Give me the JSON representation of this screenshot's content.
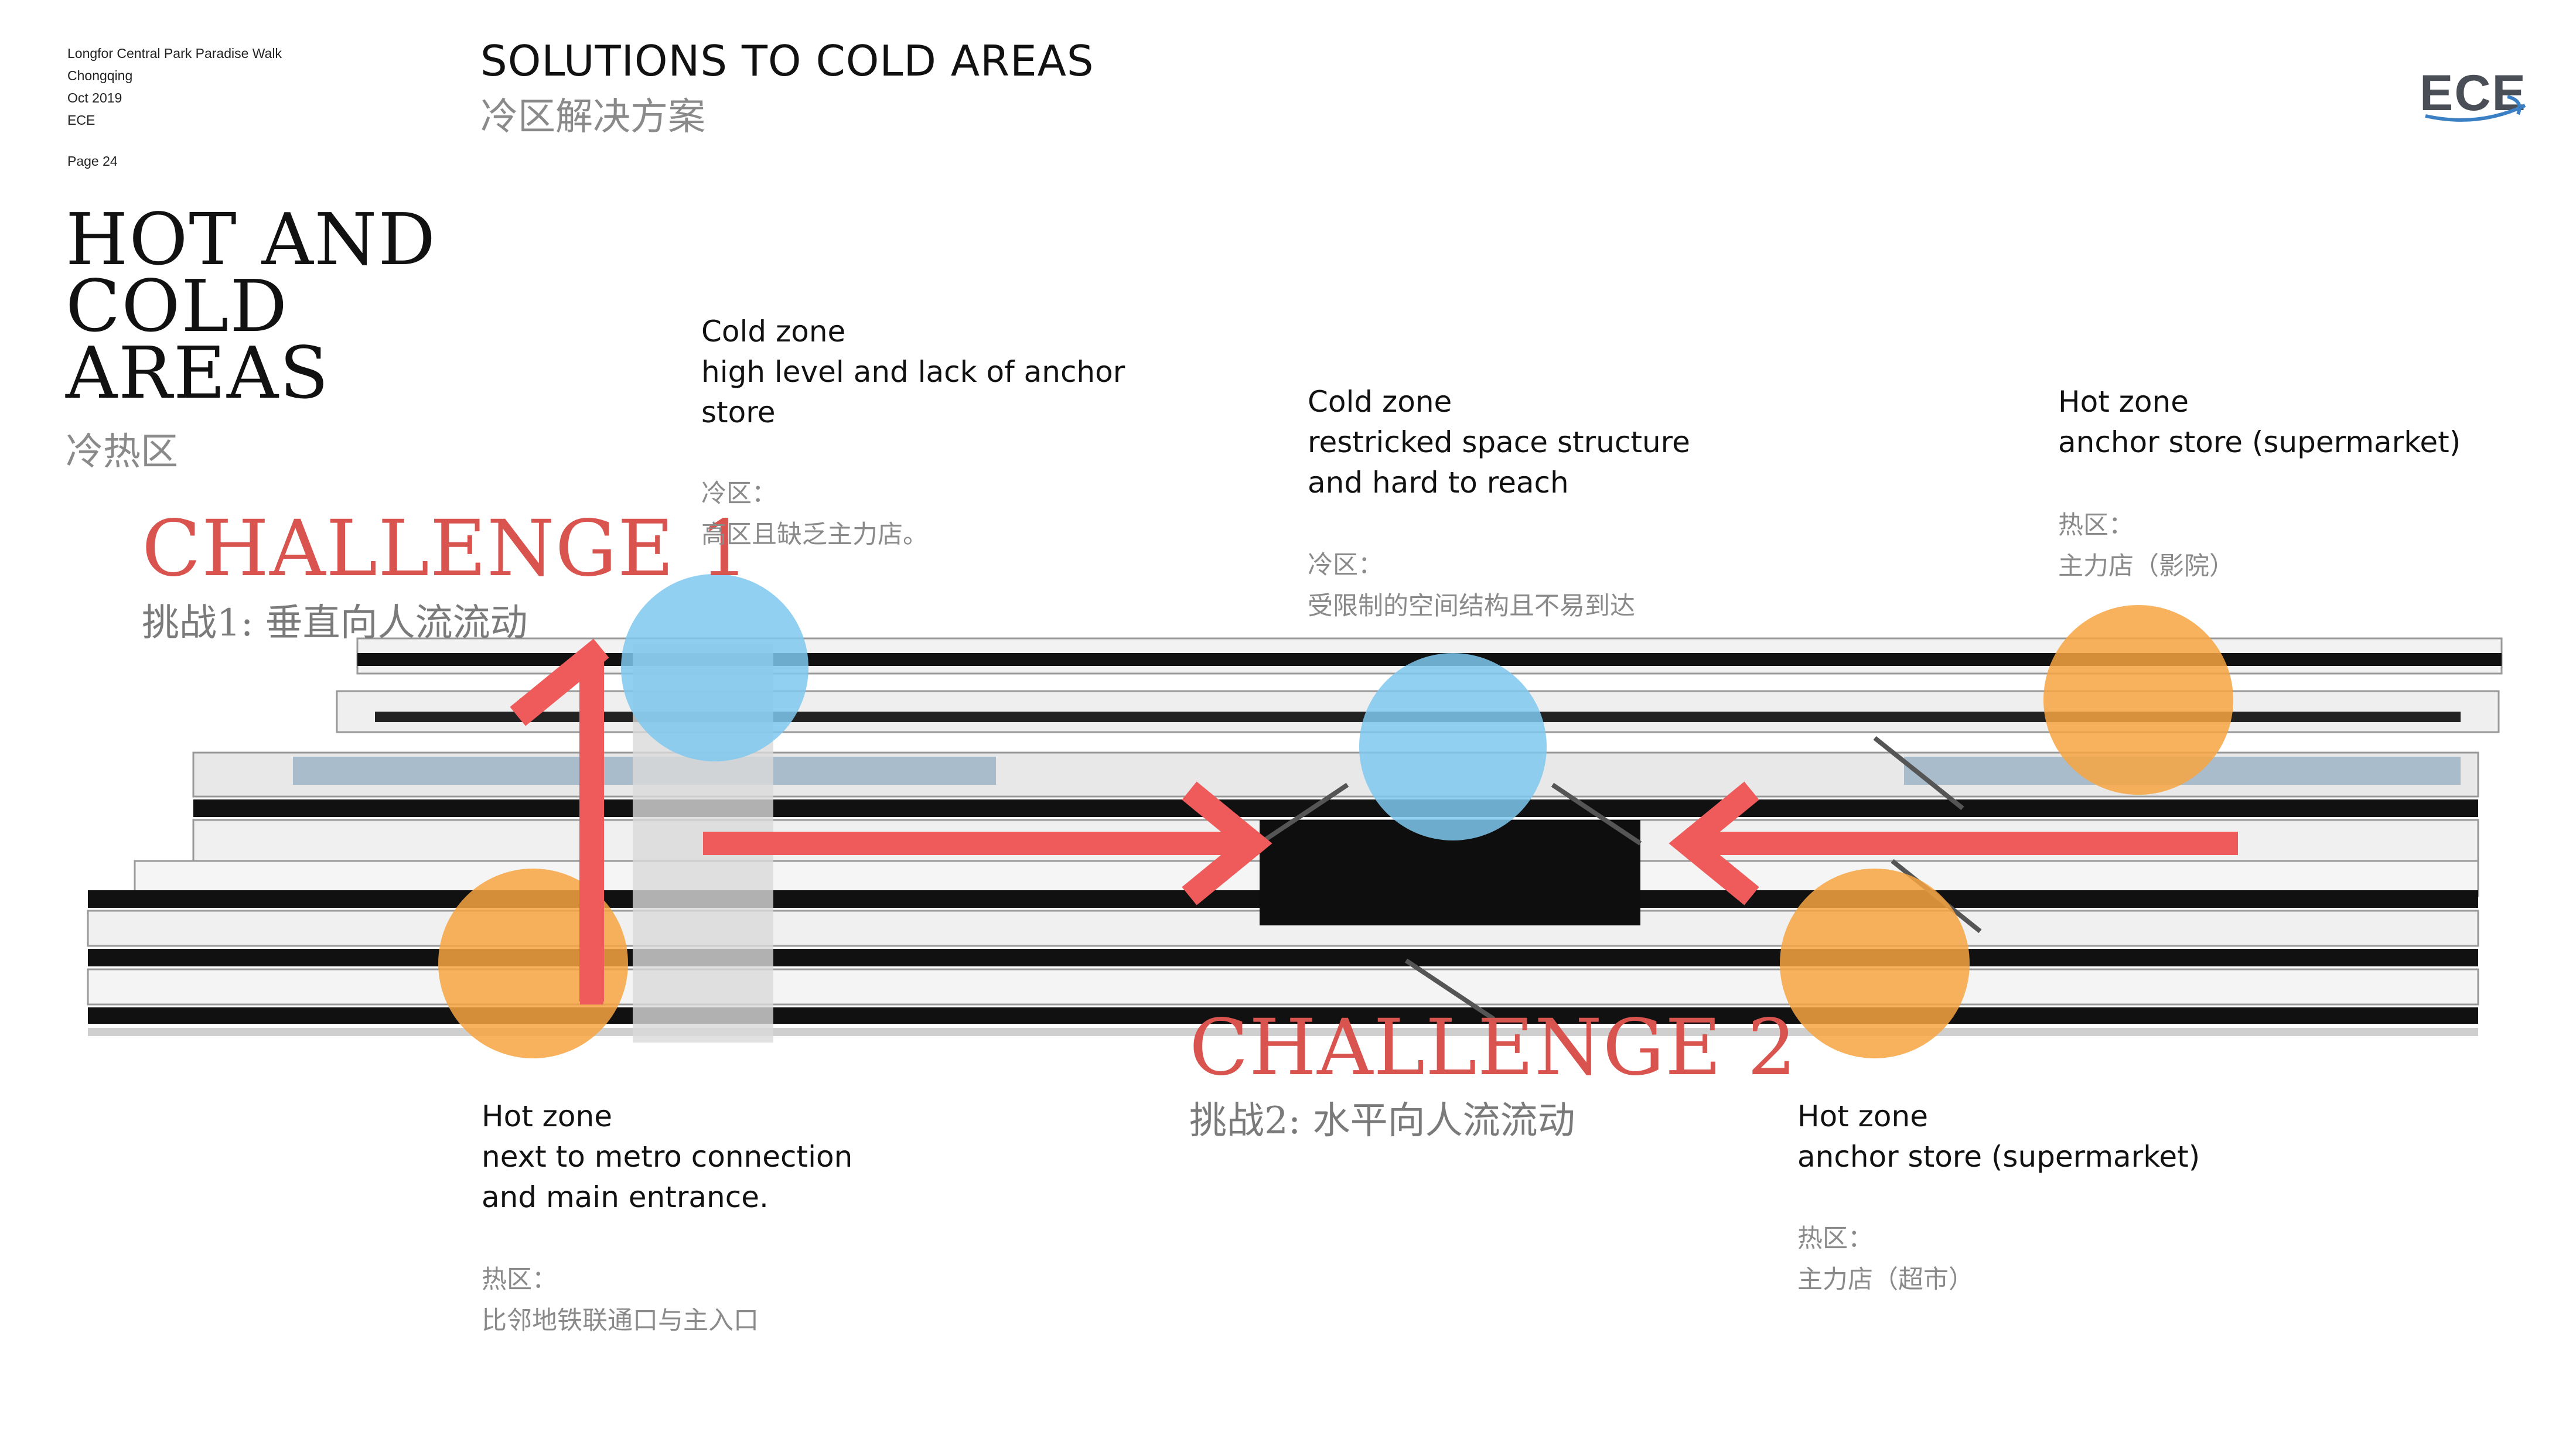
{
  "meta": {
    "project": "Longfor Central Park Paradise Walk",
    "city": "Chongqing",
    "date": "Oct 2019",
    "company": "ECE",
    "page": "Page 24"
  },
  "header": {
    "title_en": "SOLUTIONS TO COLD AREAS",
    "title_cn": "冷区解决方案",
    "logo": "ECE"
  },
  "section": {
    "title_lines": [
      "HOT AND",
      "COLD",
      "AREAS"
    ],
    "title_cn": "冷热区"
  },
  "challenges": [
    {
      "title": "CHALLENGE 1",
      "subtitle": "挑战1: 垂直向人流流动",
      "arrow_label": "1"
    },
    {
      "title": "CHALLENGE 2",
      "subtitle": "挑战2: 水平向人流流动"
    }
  ],
  "zones": [
    {
      "id": "cold-top-left",
      "lines": [
        "Cold zone",
        "high level and lack of anchor",
        "store"
      ],
      "cn": [
        "冷区：",
        "高区且缺乏主力店。"
      ]
    },
    {
      "id": "cold-center",
      "lines": [
        "Cold zone",
        "restricked space structure",
        "and hard to reach"
      ],
      "cn": [
        "冷区：",
        "受限制的空间结构且不易到达"
      ]
    },
    {
      "id": "hot-top-right",
      "lines": [
        "Hot zone",
        "anchor store (supermarket)"
      ],
      "cn": [
        "热区：",
        "主力店（影院）"
      ]
    },
    {
      "id": "hot-bottom-left",
      "lines": [
        "Hot zone",
        "next to metro connection",
        "and main entrance."
      ],
      "cn": [
        "热区：",
        "比邻地铁联通口与主入口"
      ]
    },
    {
      "id": "hot-bottom-right",
      "lines": [
        "Hot zone",
        "anchor store (supermarket)"
      ],
      "cn": [
        "热区：",
        "主力店（超市）"
      ]
    }
  ],
  "colors": {
    "cold": "#7fc8ef",
    "hot": "#f7a541",
    "arrow": "#ef5b5b",
    "challenge": "#d9534f"
  }
}
